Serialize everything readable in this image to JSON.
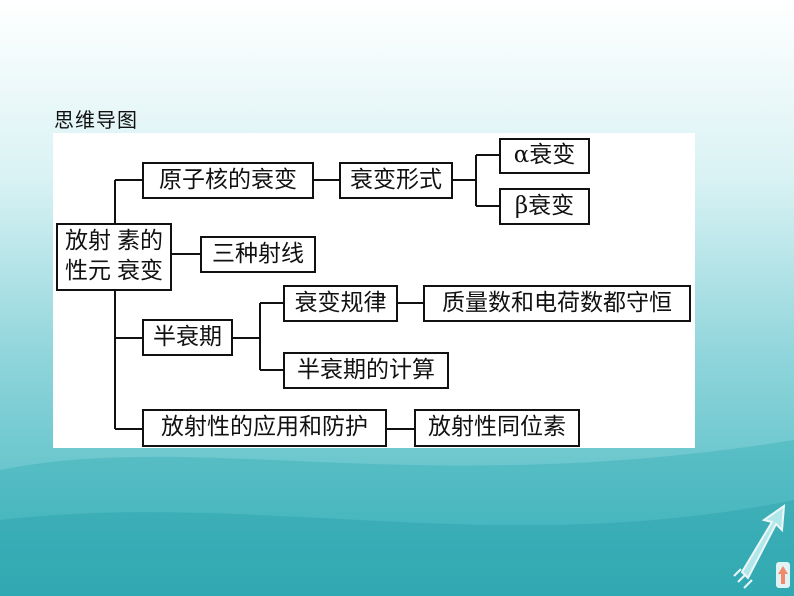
{
  "heading": "思维导图",
  "root": {
    "line1": "放射性元",
    "line2": "素的衰变"
  },
  "nodes": {
    "decay": "原子核的衰变",
    "decay_form": "衰变形式",
    "alpha": "α衰变",
    "beta": "β衰变",
    "three_rays": "三种射线",
    "half_life": "半衰期",
    "decay_rule": "衰变规律",
    "conservation": "质量数和电荷数都守恒",
    "half_life_calc": "半衰期的计算",
    "application": "放射性的应用和防护",
    "isotope": "放射性同位素"
  },
  "colors": {
    "background_top": "#ffffff",
    "background_bottom": "#3fb5bd",
    "line": "#111111"
  }
}
